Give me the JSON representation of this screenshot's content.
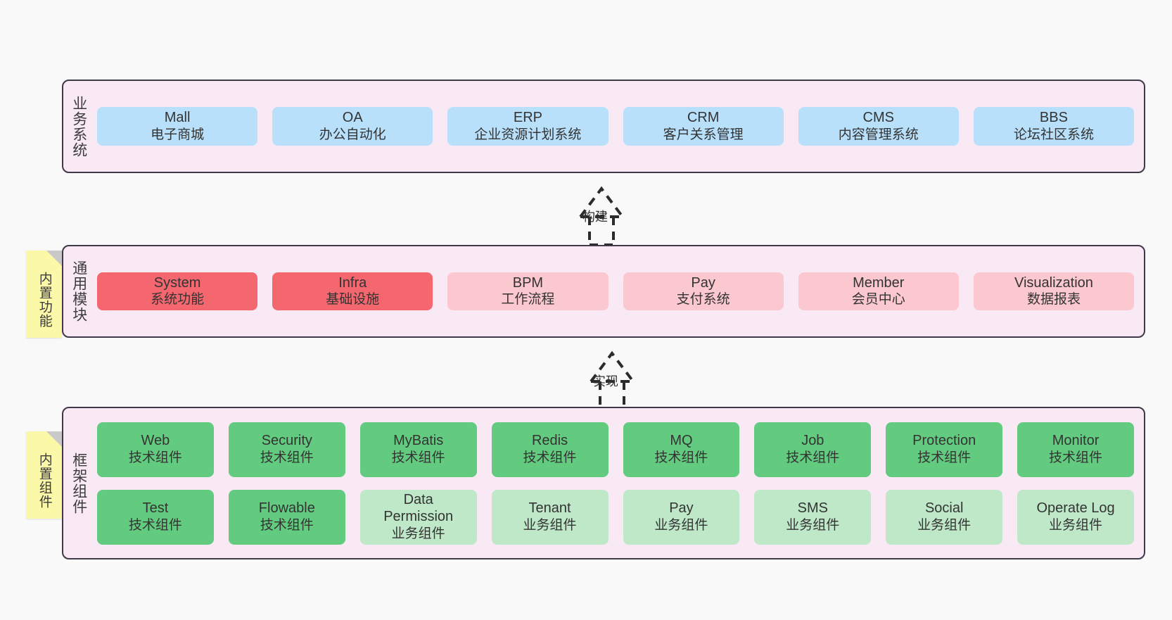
{
  "diagram": {
    "background_color": "#f9f9f9",
    "layer_background": "#f8e9f4",
    "layer_border": "#40394a"
  },
  "layers": [
    {
      "id": "business-system",
      "label": "业务系统",
      "rows": [
        {
          "nodes": [
            {
              "title": "Mall",
              "subtitle": "电子商城",
              "color": "#b9e0fb",
              "style": "blue"
            },
            {
              "title": "OA",
              "subtitle": "办公自动化",
              "color": "#b9e0fb",
              "style": "blue"
            },
            {
              "title": "ERP",
              "subtitle": "企业资源计划系统",
              "color": "#b9e0fb",
              "style": "blue"
            },
            {
              "title": "CRM",
              "subtitle": "客户关系管理",
              "color": "#b9e0fb",
              "style": "blue"
            },
            {
              "title": "CMS",
              "subtitle": "内容管理系统",
              "color": "#b9e0fb",
              "style": "blue"
            },
            {
              "title": "BBS",
              "subtitle": "论坛社区系统",
              "color": "#b9e0fb",
              "style": "blue"
            }
          ]
        }
      ]
    },
    {
      "id": "common-module",
      "label": "通用模块",
      "note": "内置功能",
      "rows": [
        {
          "nodes": [
            {
              "title": "System",
              "subtitle": "系统功能",
              "color": "#f4676f",
              "style": "coral"
            },
            {
              "title": "Infra",
              "subtitle": "基础设施",
              "color": "#f4676f",
              "style": "coral"
            },
            {
              "title": "BPM",
              "subtitle": "工作流程",
              "color": "#fbc8cf",
              "style": "pink"
            },
            {
              "title": "Pay",
              "subtitle": "支付系统",
              "color": "#fbc8cf",
              "style": "pink"
            },
            {
              "title": "Member",
              "subtitle": "会员中心",
              "color": "#fbc8cf",
              "style": "pink"
            },
            {
              "title": "Visualization",
              "subtitle": "数据报表",
              "color": "#fbc8cf",
              "style": "pink"
            }
          ]
        }
      ]
    },
    {
      "id": "framework-component",
      "label": "框架组件",
      "note": "内置组件",
      "rows": [
        {
          "nodes": [
            {
              "title": "Web",
              "subtitle": "技术组件",
              "color": "#63cb7f",
              "style": "green"
            },
            {
              "title": "Security",
              "subtitle": "技术组件",
              "color": "#63cb7f",
              "style": "green"
            },
            {
              "title": "MyBatis",
              "subtitle": "技术组件",
              "color": "#63cb7f",
              "style": "green"
            },
            {
              "title": "Redis",
              "subtitle": "技术组件",
              "color": "#63cb7f",
              "style": "green"
            },
            {
              "title": "MQ",
              "subtitle": "技术组件",
              "color": "#63cb7f",
              "style": "green"
            },
            {
              "title": "Job",
              "subtitle": "技术组件",
              "color": "#63cb7f",
              "style": "green"
            },
            {
              "title": "Protection",
              "subtitle": "技术组件",
              "color": "#63cb7f",
              "style": "green"
            },
            {
              "title": "Monitor",
              "subtitle": "技术组件",
              "color": "#63cb7f",
              "style": "green"
            }
          ]
        },
        {
          "nodes": [
            {
              "title": "Test",
              "subtitle": "技术组件",
              "color": "#63cb7f",
              "style": "green"
            },
            {
              "title": "Flowable",
              "subtitle": "技术组件",
              "color": "#63cb7f",
              "style": "green"
            },
            {
              "title": "Data Permission",
              "subtitle": "业务组件",
              "color": "#bfe8c9",
              "style": "mint"
            },
            {
              "title": "Tenant",
              "subtitle": "业务组件",
              "color": "#bfe8c9",
              "style": "mint"
            },
            {
              "title": "Pay",
              "subtitle": "业务组件",
              "color": "#bfe8c9",
              "style": "mint"
            },
            {
              "title": "SMS",
              "subtitle": "业务组件",
              "color": "#bfe8c9",
              "style": "mint"
            },
            {
              "title": "Social",
              "subtitle": "业务组件",
              "color": "#bfe8c9",
              "style": "mint"
            },
            {
              "title": "Operate Log",
              "subtitle": "业务组件",
              "color": "#bfe8c9",
              "style": "mint"
            }
          ]
        }
      ]
    }
  ],
  "connectors": [
    {
      "id": "build",
      "label": "构建",
      "from": "common-module",
      "to": "business-system",
      "style": "dashed-generalization"
    },
    {
      "id": "implement",
      "label": "实现",
      "from": "framework-component",
      "to": "common-module",
      "style": "dashed-generalization"
    }
  ]
}
